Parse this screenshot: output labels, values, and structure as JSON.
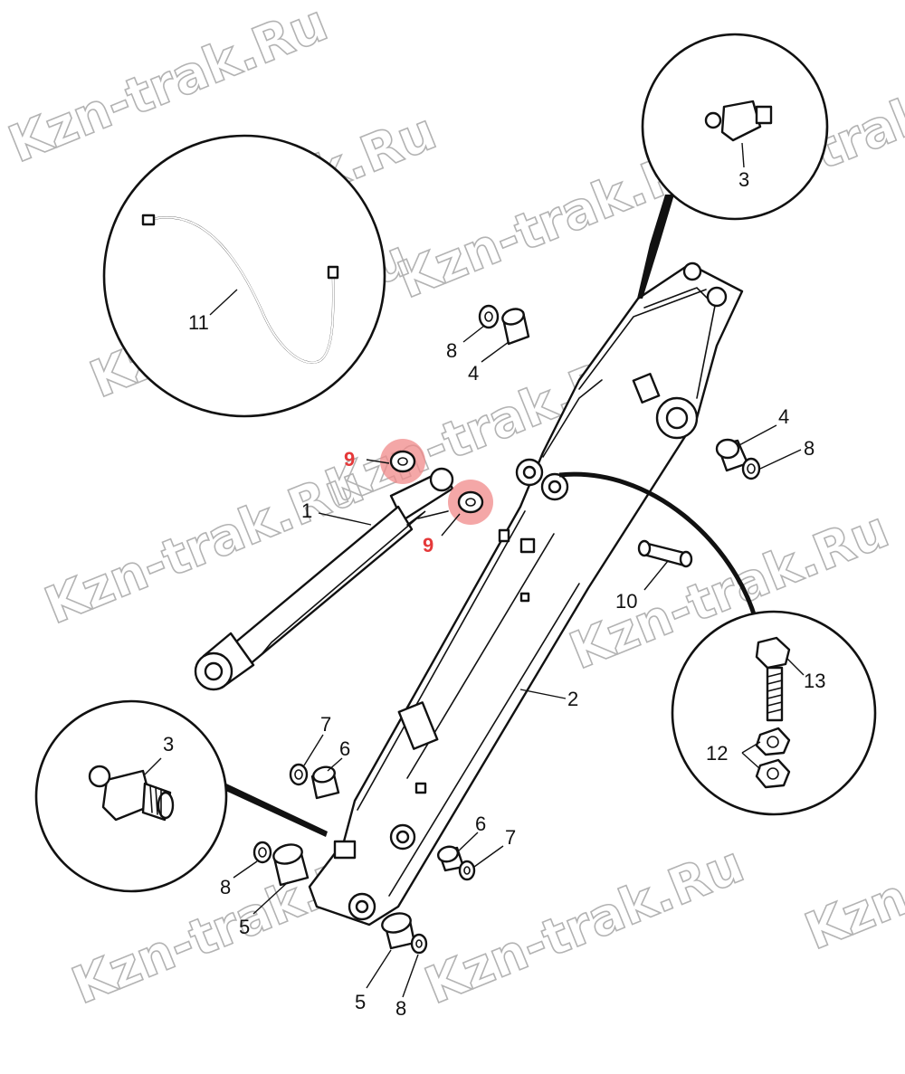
{
  "colors": {
    "highlight": "#e5393a",
    "highlight_fill": "#f08a8a",
    "ink": "#111111",
    "watermark": "#b3b3b3"
  },
  "watermark": "Kzn-trak.Ru",
  "labels": {
    "p1": "1",
    "p2": "2",
    "p3_top": "3",
    "p3_left": "3",
    "p4_top": "4",
    "p4_right": "4",
    "p5_left": "5",
    "p5_bottom": "5",
    "p6_left": "6",
    "p6_right": "6",
    "p7_left": "7",
    "p7_right": "7",
    "p8_top": "8",
    "p8_right": "8",
    "p8_left": "8",
    "p8_bottom": "8",
    "p9_upper": "9",
    "p9_lower": "9",
    "p10": "10",
    "p11": "11",
    "p12": "12",
    "p13": "13"
  }
}
